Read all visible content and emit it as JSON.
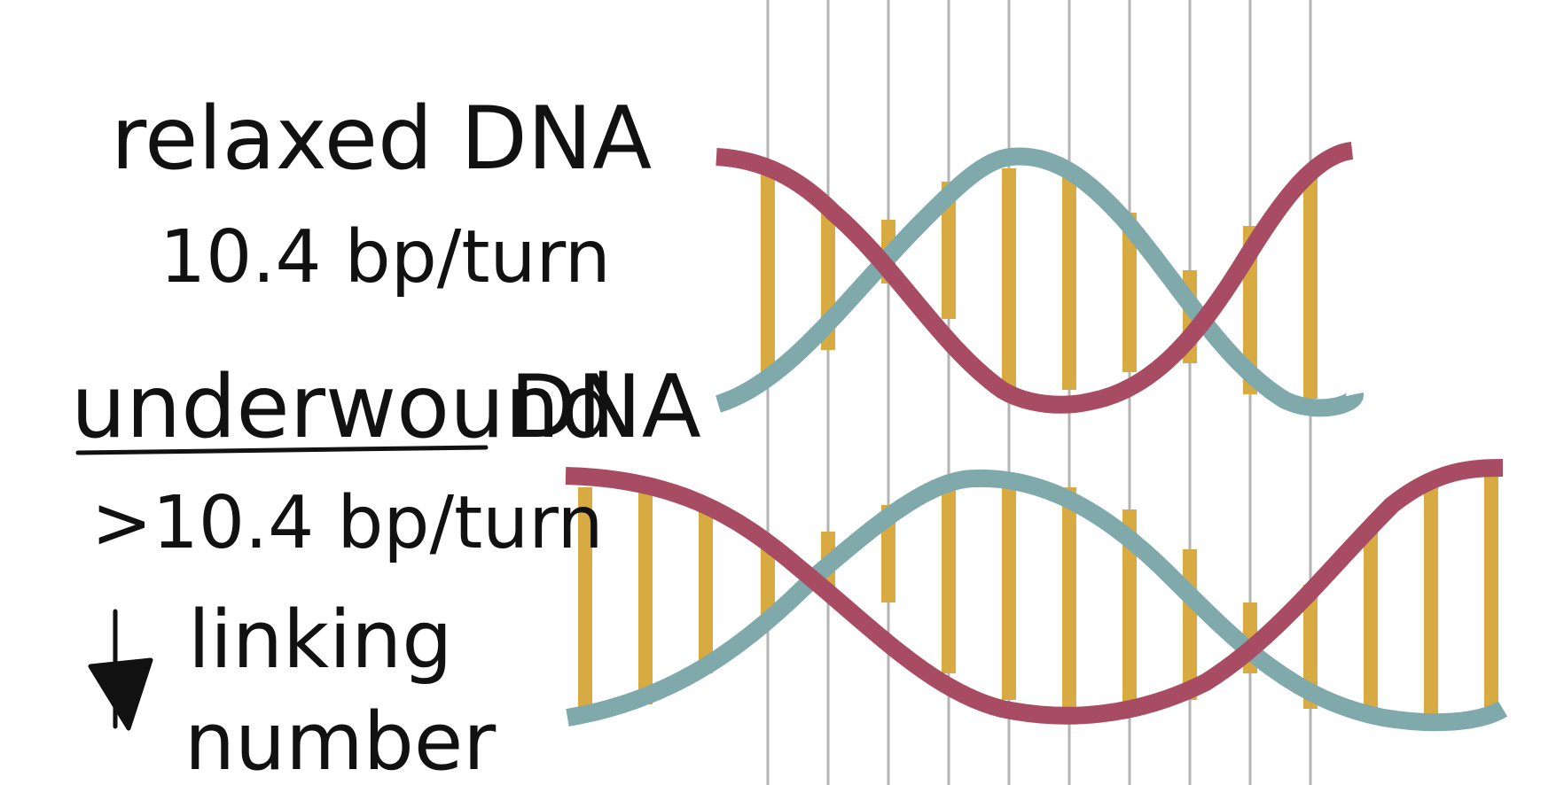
{
  "labels": {
    "relaxed_title": "relaxed DNA",
    "relaxed_rate": "10.4 bp/turn",
    "underwound_word": "underwound",
    "underwound_dna": "DNA",
    "underwound_rate": ">10.4 bp/turn",
    "linking_line1": "linking",
    "linking_line2": "number"
  },
  "colors": {
    "strand_a": "#a84c63",
    "strand_b": "#7fa9ab",
    "base_pair": "#d8ab42",
    "guide_line": "#b4b4b4",
    "ink": "#111111"
  },
  "icons": {
    "decrease_arrow": "down-arrow-icon"
  },
  "helices": [
    {
      "name": "relaxed",
      "base_pairs_per_turn": 10.4
    },
    {
      "name": "underwound",
      "base_pairs_per_turn_greater_than": 10.4
    }
  ]
}
